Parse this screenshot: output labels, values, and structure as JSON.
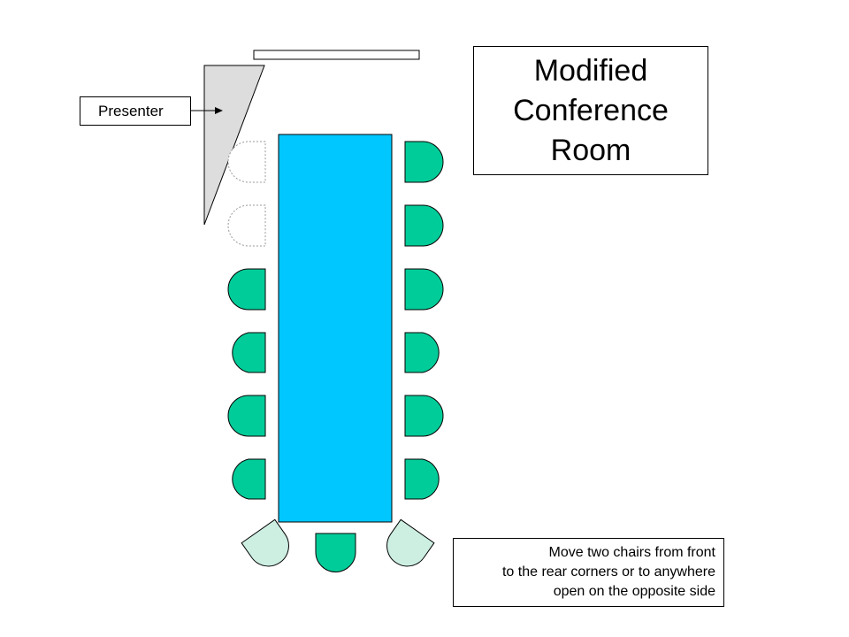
{
  "title": "Modified\nConference\nRoom",
  "presenter_label": "Presenter",
  "note": "Move two chairs from front\nto the rear corners or to anywhere\nopen on the opposite side",
  "colors": {
    "table": "#00c7ff",
    "chair": "#00cc99",
    "chair_moved": "#ccefe2",
    "presenter_screen": "#dddddd",
    "outline": "#000000",
    "removed_outline": "#999999"
  },
  "chairs": {
    "left_side_seated": 4,
    "left_side_removed": 2,
    "right_side": 6,
    "rear_corners": 2,
    "rear_center": 1
  }
}
